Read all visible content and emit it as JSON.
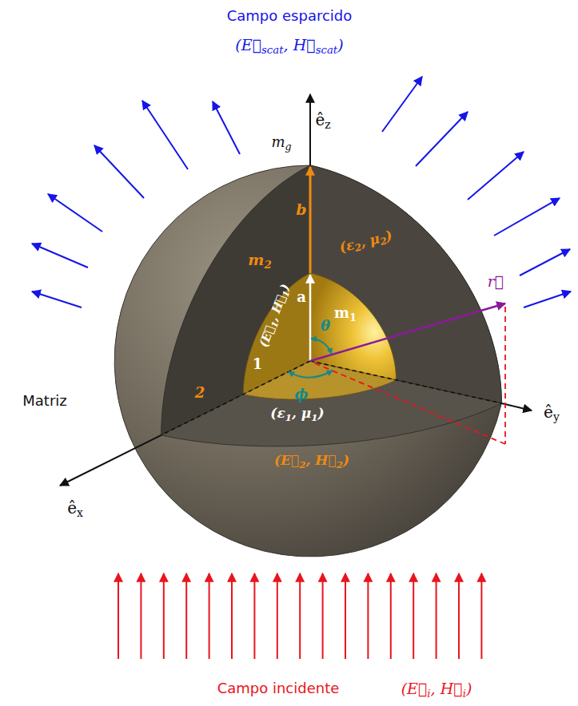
{
  "diagram": {
    "labels": [
      "Campo esparcido",
      "(E⃗scat, H⃗scat)",
      "êz",
      "mg",
      "b",
      "(ε2, μ2)",
      "m2",
      "a",
      "m1",
      "θ",
      "r⃗",
      "(E⃗1, H⃗1)",
      "1",
      "ϕ",
      "(ε1, μ1)",
      "2",
      "Matriz",
      "êy",
      "(E⃗2, H⃗2)",
      "êx",
      "Campo incidente",
      "(E⃗i, H⃗i)"
    ]
  }
}
